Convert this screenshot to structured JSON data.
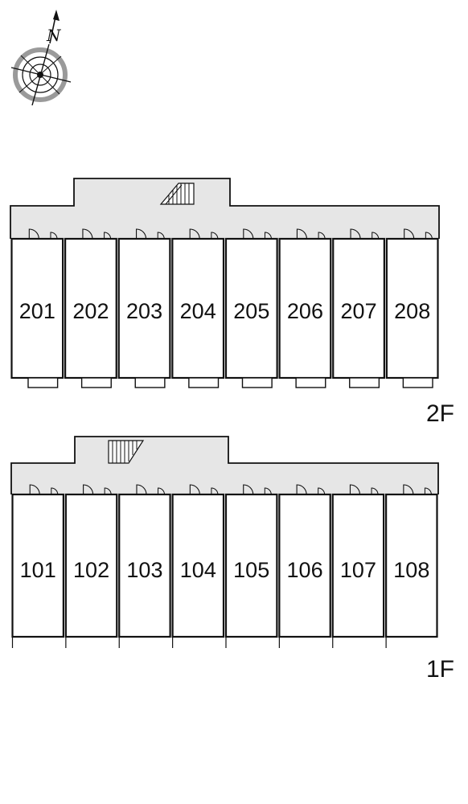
{
  "compass": {
    "north_label": "N",
    "icon": "compass-rose-icon"
  },
  "floors": [
    {
      "id": "2F",
      "label": "2F",
      "units": [
        "201",
        "202",
        "203",
        "204",
        "205",
        "206",
        "207",
        "208"
      ]
    },
    {
      "id": "1F",
      "label": "1F",
      "units": [
        "101",
        "102",
        "103",
        "104",
        "105",
        "106",
        "107",
        "108"
      ]
    }
  ],
  "colors": {
    "corridor": "#e6e6e6",
    "wall": "#111111",
    "background": "#ffffff"
  }
}
